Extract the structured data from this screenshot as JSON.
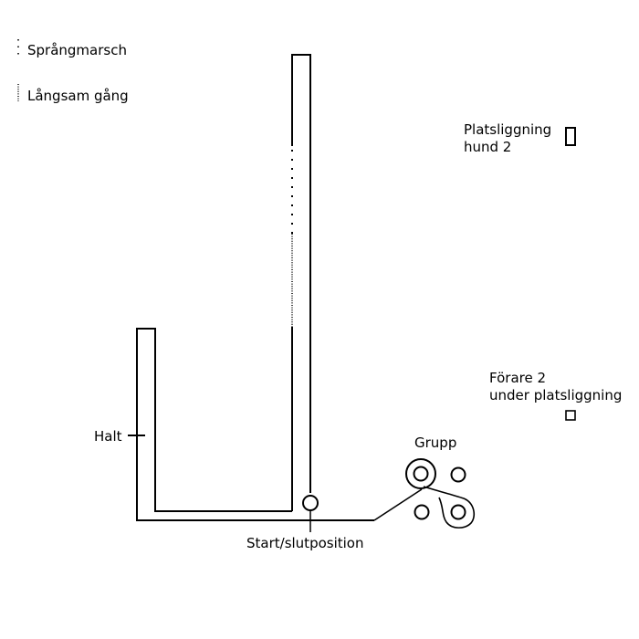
{
  "legend": {
    "sprint_label": "Språngmarsch",
    "slow_walk_label": "Långsam gång"
  },
  "labels": {
    "halt": "Halt",
    "start_end": "Start/slutposition",
    "group": "Grupp",
    "dog2_stay_line1": "Platsliggning",
    "dog2_stay_line2": "hund 2",
    "handler2_line1": "Förare 2",
    "handler2_line2": "under platsliggning"
  },
  "colors": {
    "ink": "#000000",
    "background": "#ffffff"
  }
}
